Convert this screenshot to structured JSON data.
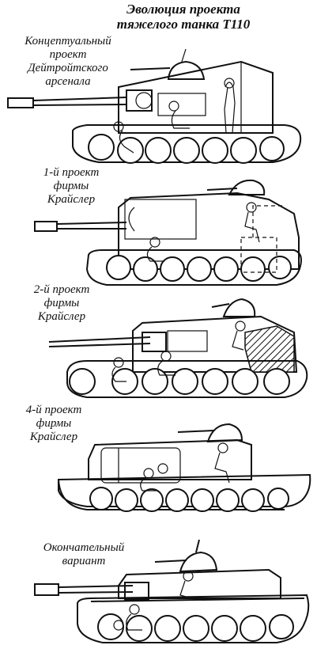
{
  "title": {
    "line1": "Эволюция проекта",
    "line2": "тяжелого танка Т110"
  },
  "variants": [
    {
      "lines": [
        "Концептуальный",
        "проект",
        "Дейтройтского",
        "арсенала"
      ]
    },
    {
      "lines": [
        "1-й проект",
        "фирмы",
        "Крайслер"
      ]
    },
    {
      "lines": [
        "2-й проект",
        "фирмы",
        "Крайслер"
      ]
    },
    {
      "lines": [
        "4-й проект",
        "фирмы",
        "Крайслер"
      ]
    },
    {
      "lines": [
        "Окончательный",
        "вариант"
      ]
    }
  ]
}
